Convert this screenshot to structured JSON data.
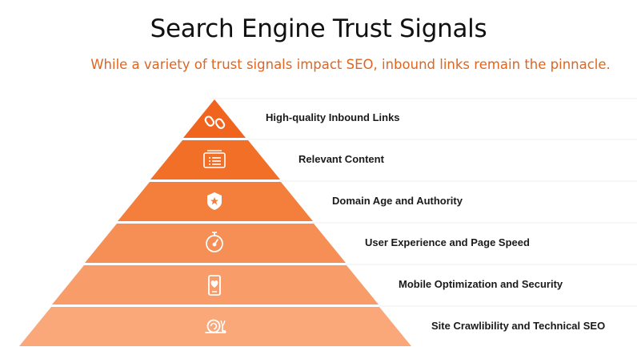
{
  "header": {
    "title": "Search Engine Trust Signals",
    "subtitle": "While a variety of trust signals impact SEO, inbound links remain the pinnacle."
  },
  "colors": {
    "subtitle": "#e0651e",
    "divider": "#ececec"
  },
  "tiers": [
    {
      "label": "High-quality Inbound Links",
      "icon": "link-icon",
      "color": "#f0641e"
    },
    {
      "label": "Relevant Content",
      "icon": "content-list-icon",
      "color": "#f26f28"
    },
    {
      "label": "Domain Age and Authority",
      "icon": "shield-star-icon",
      "color": "#f47f3d"
    },
    {
      "label": "User Experience and Page Speed",
      "icon": "speedometer-icon",
      "color": "#f68f55"
    },
    {
      "label": "Mobile Optimization and Security",
      "icon": "mobile-heart-icon",
      "color": "#f89d6a"
    },
    {
      "label": "Site Crawlibility and Technical SEO",
      "icon": "snail-icon",
      "color": "#faa87a"
    }
  ]
}
